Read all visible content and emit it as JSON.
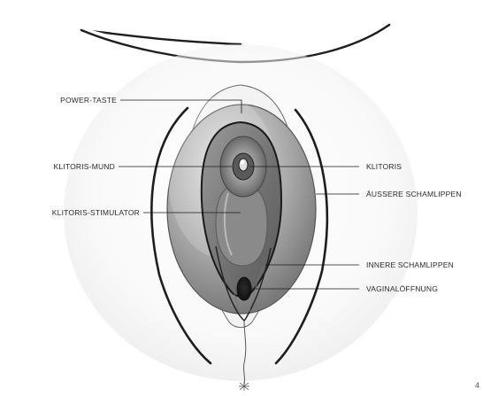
{
  "diagram": {
    "labels_left": {
      "power_button": "POWER-TASTE",
      "clitoris_mouth": "KLITORIS-MUND",
      "clitoris_stimulator": "KLITORIS-STIMULATOR"
    },
    "labels_right": {
      "clitoris": "KLITORIS",
      "outer_labia": "ÄUSSERE SCHAMLIPPEN",
      "inner_labia": "INNERE SCHAMLIPPEN",
      "vaginal_opening": "VAGINALÖFFNUNG"
    },
    "corner_mark": "4"
  }
}
